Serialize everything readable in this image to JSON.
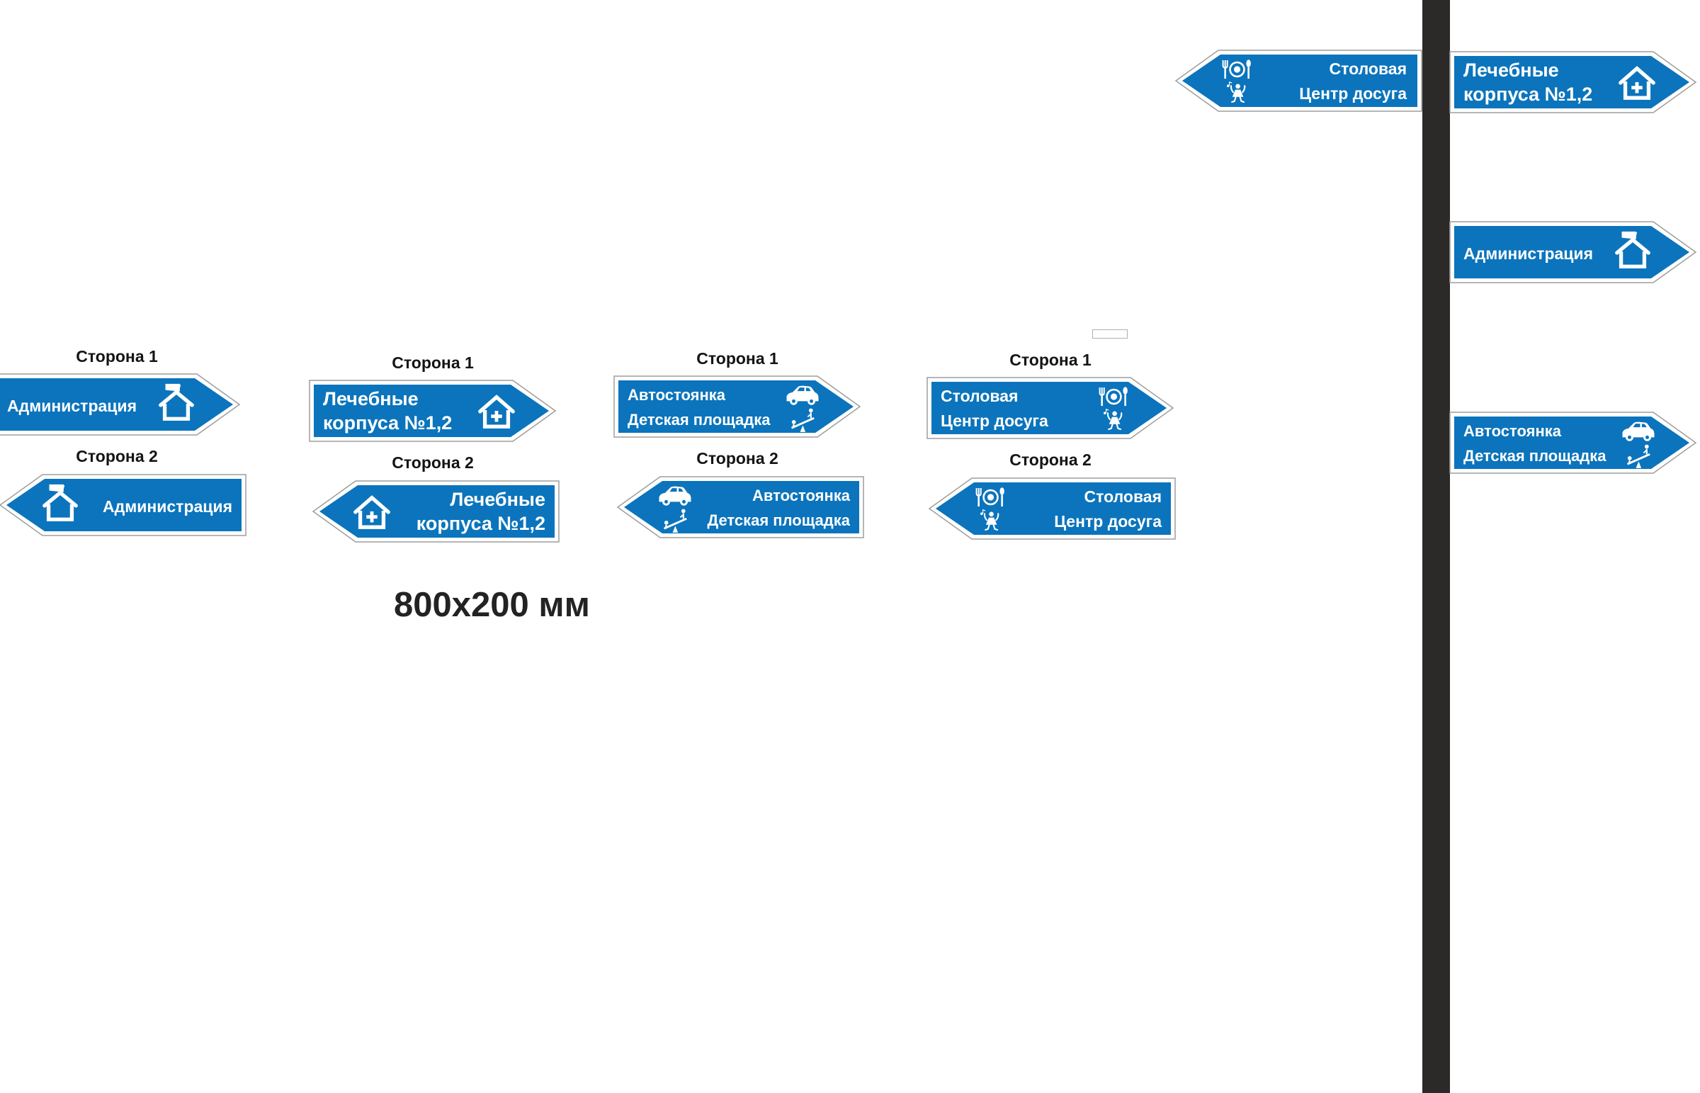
{
  "canvas": {
    "dimension_label": "800x200 мм",
    "sign_size_mm": "800x200"
  },
  "side_labels": {
    "side1": "Сторона 1",
    "side2": "Сторона 2"
  },
  "signs": {
    "admin": {
      "line1": "Администрация",
      "icon": "house-flag-icon"
    },
    "medical": {
      "line1": "Лечебные",
      "line2": "корпуса №1,2",
      "icon": "house-cross-icon"
    },
    "parking": {
      "line1": "Автостоянка",
      "line2": "Детская площадка",
      "icons": [
        "car-icon",
        "seesaw-icon"
      ]
    },
    "canteen": {
      "line1": "Столовая",
      "line2": "Центр досуга",
      "icons": [
        "dining-icon",
        "dance-icon"
      ]
    }
  },
  "colors": {
    "sign_blue": "#0b74bc",
    "sign_border_white": "#ffffff",
    "sign_outline_gray": "#9d9d9d",
    "pole_dark": "#2b2a28",
    "text_white": "#ffffff",
    "label_black": "#141414"
  }
}
